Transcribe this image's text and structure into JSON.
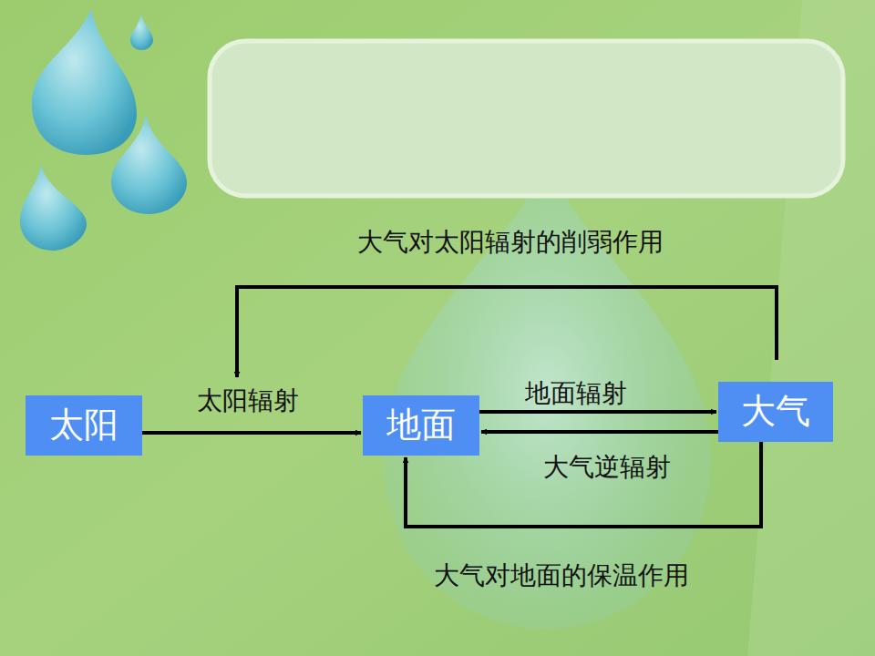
{
  "diagram": {
    "nodes": [
      {
        "text": [
          "太阳"
        ]
      },
      {
        "text": [
          "地面"
        ]
      },
      {
        "text": [
          "大气"
        ]
      }
    ],
    "edges": [
      {
        "from": 0,
        "to": 1,
        "label": "太阳辐射",
        "arrow": "to"
      },
      {
        "from": 1,
        "to": 2,
        "label": "地面辐射",
        "arrow": "to"
      },
      {
        "from": 2,
        "to": 1,
        "label": "大气逆辐射",
        "arrow": "to"
      },
      {
        "from": 2,
        "to": 1,
        "label": "大气对地面的保温作用",
        "arrow": "to"
      }
    ],
    "labels": [
      "大气对太阳辐射的削弱作用"
    ]
  }
}
